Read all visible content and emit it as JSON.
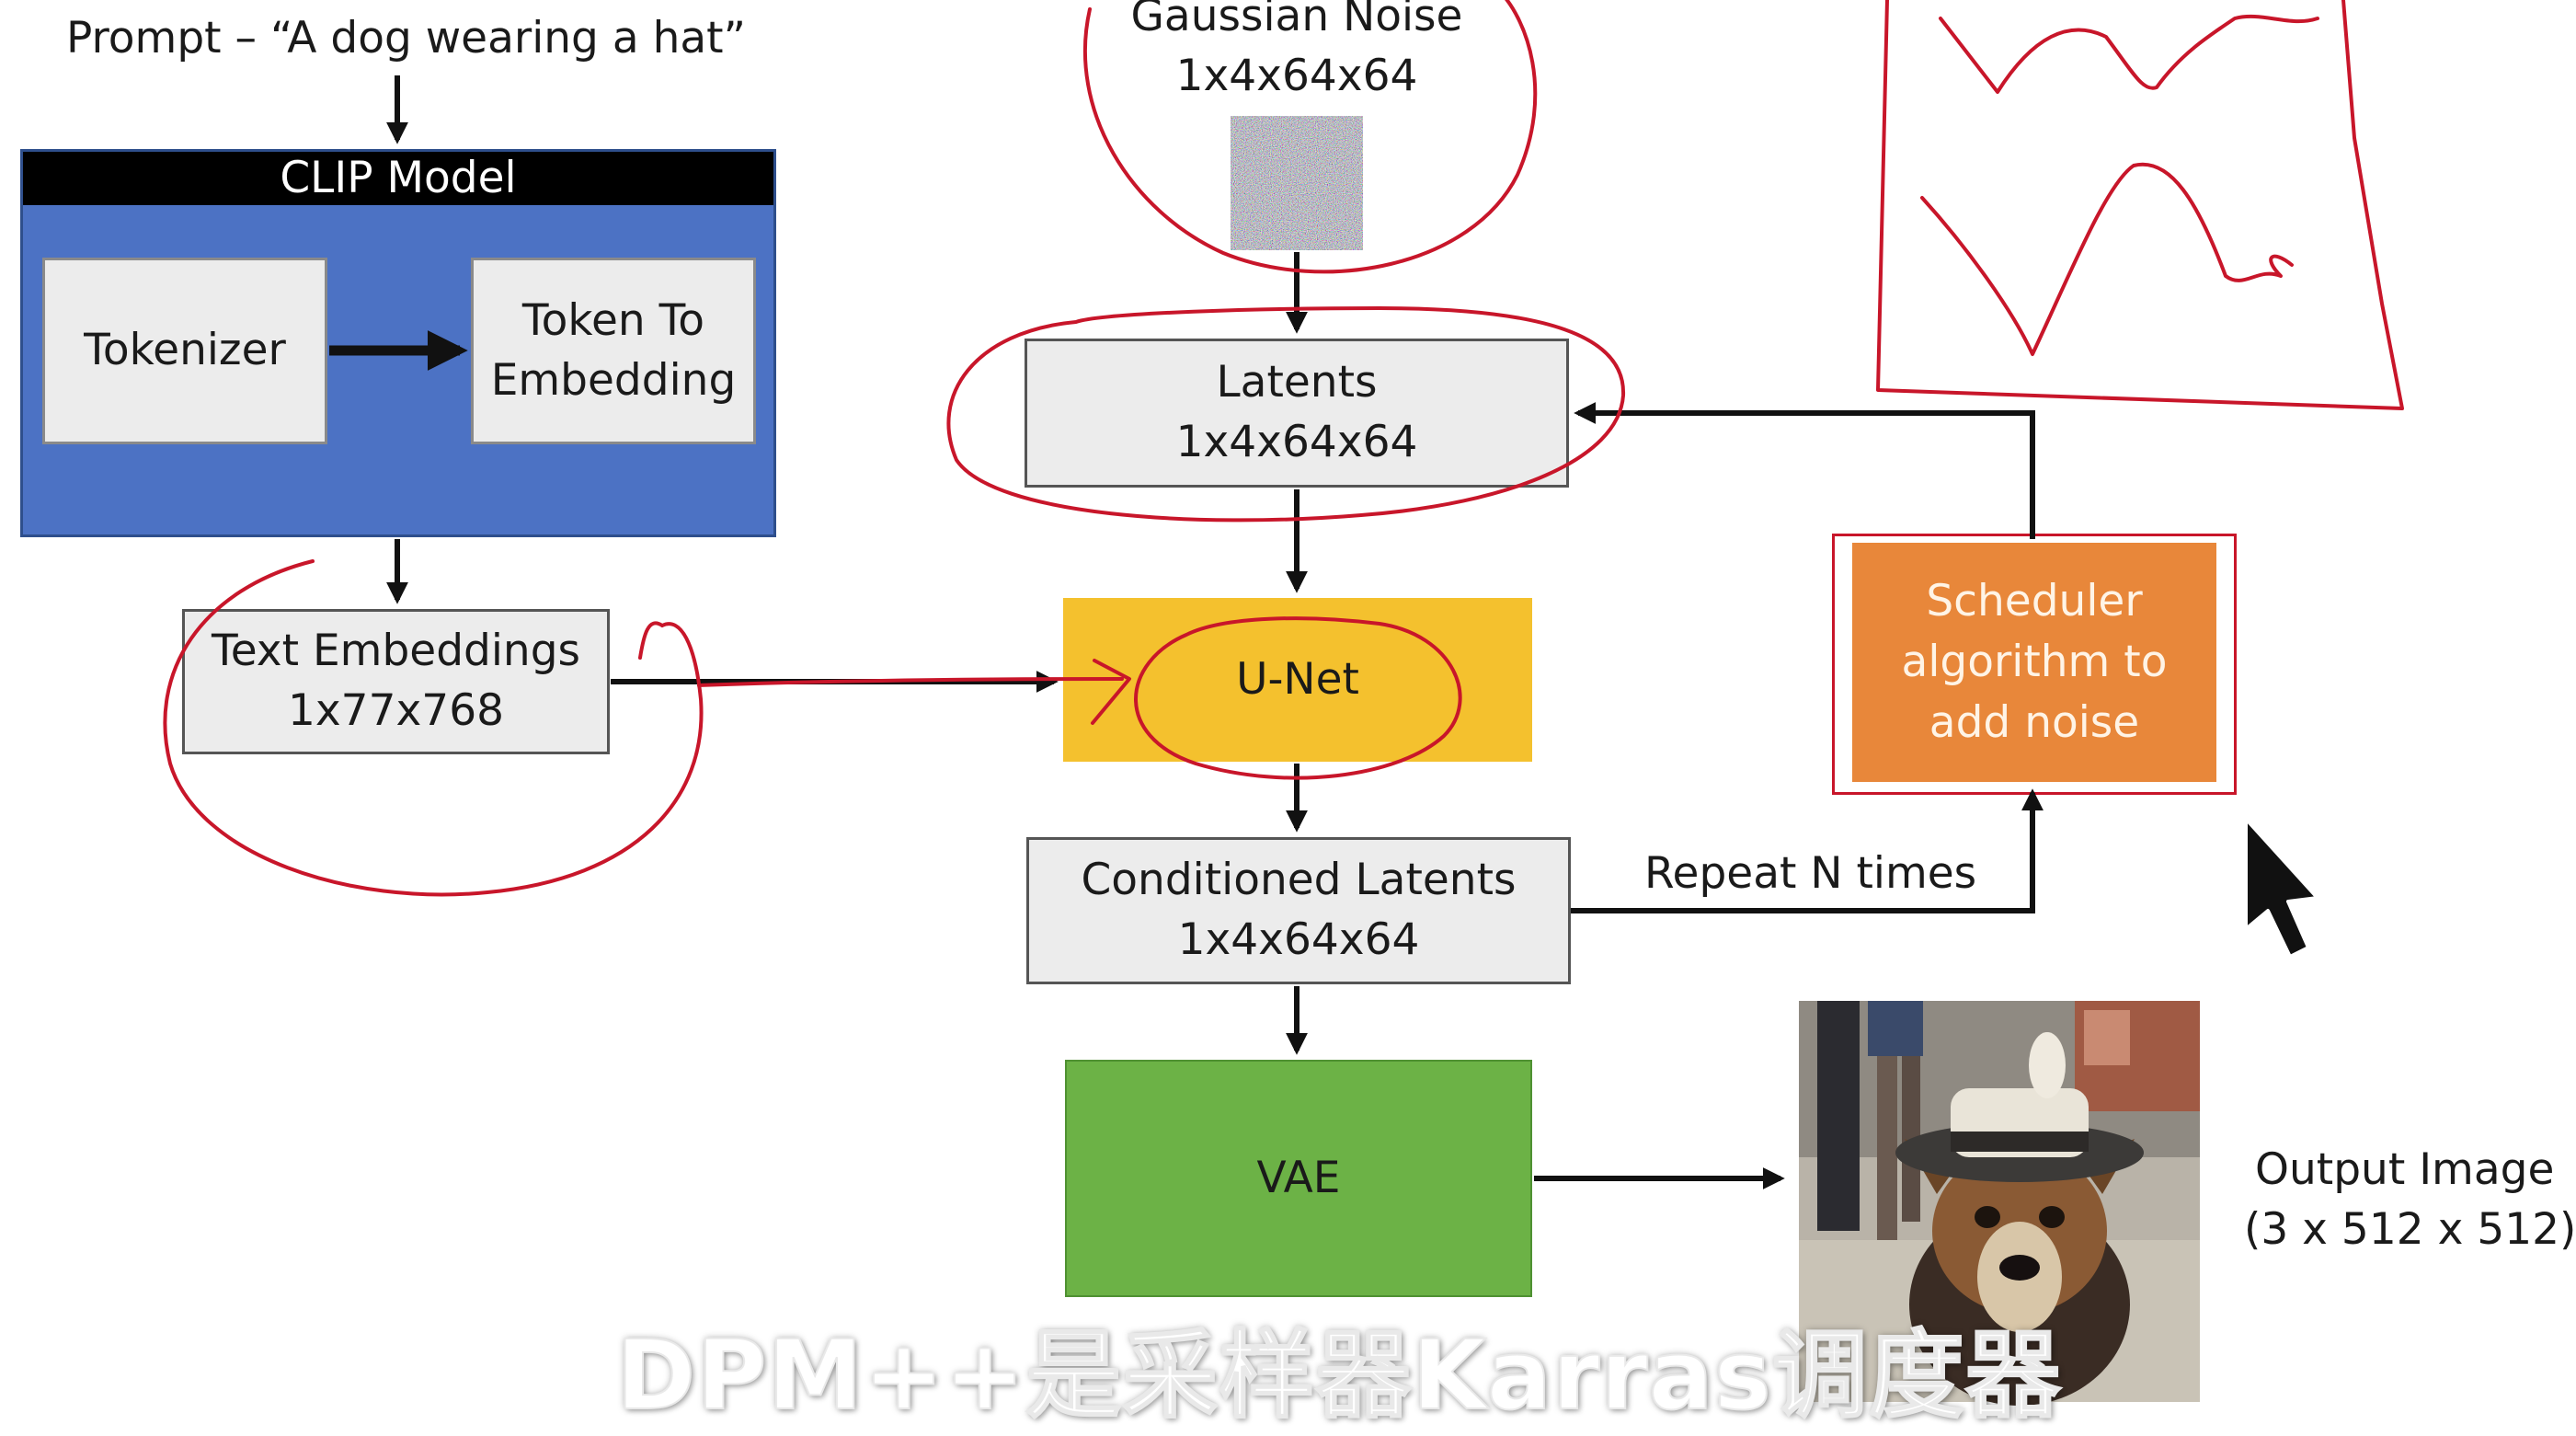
{
  "prompt": {
    "text": "Prompt – “A dog wearing a hat”"
  },
  "clip": {
    "header": "CLIP Model",
    "tokenizer": "Tokenizer",
    "token_to_embedding": [
      "Token To",
      "Embedding"
    ]
  },
  "text_embeddings": {
    "lines": [
      "Text Embeddings",
      "1x77x768"
    ]
  },
  "gaussian_noise": {
    "lines": [
      "Gaussian Noise",
      "1x4x64x64"
    ]
  },
  "latents": {
    "lines": [
      "Latents",
      "1x4x64x64"
    ]
  },
  "unet": {
    "label": "U-Net"
  },
  "conditioned_latents": {
    "lines": [
      "Conditioned Latents",
      "1x4x64x64"
    ]
  },
  "scheduler": {
    "lines": [
      "Scheduler",
      "algorithm to",
      "add noise"
    ]
  },
  "repeat": {
    "label": "Repeat N times"
  },
  "vae": {
    "label": "VAE"
  },
  "output": {
    "lines": [
      "Output Image",
      "(3 x 512 x 512)"
    ]
  },
  "subtitle": {
    "text": "DPM++是采样器Karras调度器"
  },
  "colors": {
    "clip_header": "#000000",
    "clip_body": "#4c72c4",
    "unet": "#f4c12e",
    "scheduler": "#e8873a",
    "vae": "#6cb246",
    "annotation": "#c8162a",
    "box_fill": "#ececec"
  }
}
